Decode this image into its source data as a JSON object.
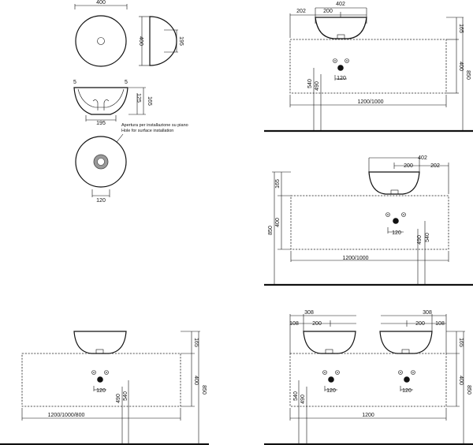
{
  "views": {
    "top": {
      "width": "400"
    },
    "side": {
      "height": "400",
      "depth": "195"
    },
    "section": {
      "rim_left": "5",
      "rim_right": "5",
      "outlet": "195",
      "h1": "125",
      "h2": "165"
    },
    "hole": {
      "note_it": "Apertura per installazione su piano",
      "note_en": "Hole for surface installation",
      "dia": "120"
    }
  },
  "panel_a": {
    "w": "402",
    "l": "202",
    "r": "200",
    "h165": "165",
    "h400": "400",
    "h850": "850",
    "h540": "540",
    "h490": "490",
    "c120": "120",
    "len": "1200/1000"
  },
  "panel_b": {
    "w": "402",
    "l": "200",
    "r": "202",
    "h165": "165",
    "h400": "400",
    "h850": "850",
    "h540": "540",
    "h490": "490",
    "c120": "120",
    "len": "1200/1000"
  },
  "panel_c": {
    "h165": "165",
    "h400": "400",
    "h850": "850",
    "h540": "540",
    "h490": "490",
    "c120": "120",
    "len": "1200/1000/800"
  },
  "panel_d": {
    "w1": "308",
    "l1": "108",
    "r1": "200",
    "w2": "308",
    "l2": "200",
    "r2": "108",
    "h165": "165",
    "h400": "400",
    "h850": "850",
    "h540": "540",
    "h490": "490",
    "c120a": "120",
    "c120b": "120",
    "len": "1200"
  }
}
